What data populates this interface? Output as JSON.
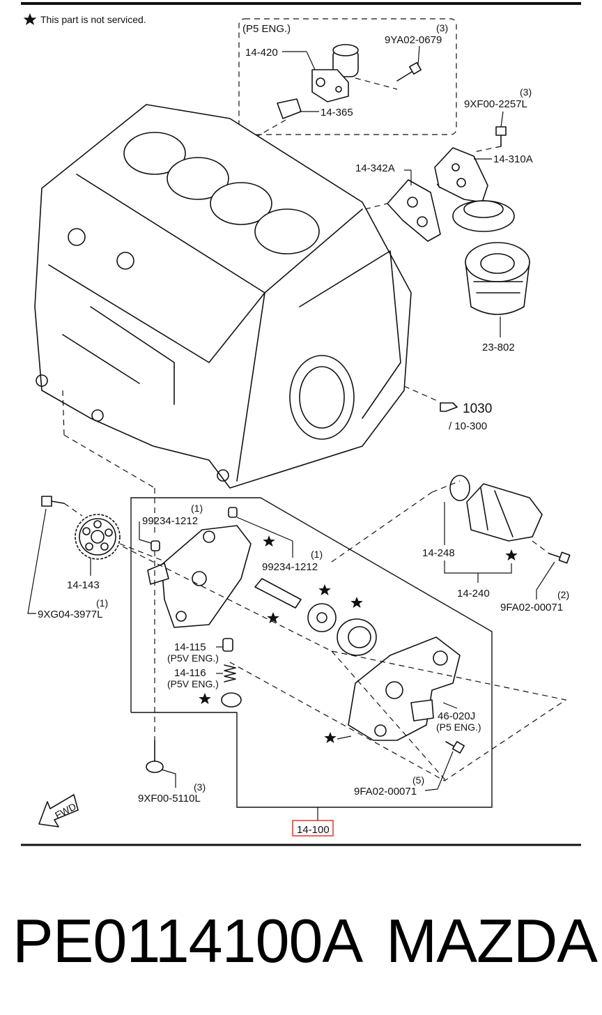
{
  "legend": {
    "star_note": "This part is not serviced."
  },
  "groups": {
    "p5_eng_box": "(P5 ENG.)"
  },
  "callouts": {
    "c14_420": "14-420",
    "c9ya02_qty": "(3)",
    "c9ya02": "9YA02-0679",
    "c14_365": "14-365",
    "c9xf00_2257_qty": "(3)",
    "c9xf00_2257": "9XF00-2257L",
    "c14_310a": "14-310A",
    "c14_342a": "14-342A",
    "c23_802": "23-802",
    "c1030": "1030",
    "c10_300": "/ 10-300",
    "c99234_a": "99234-1212",
    "c1_a": "(1)",
    "c99234_b_qty": "(1)",
    "c99234_b": "99234-1212",
    "c14_143": "14-143",
    "c9xg04_qty": "(1)",
    "c9xg04": "9XG04-3977L",
    "c14_115": "14-115",
    "c14_115_sub": "(P5V ENG.)",
    "c14_116": "14-116",
    "c14_116_sub": "(P5V ENG.)",
    "c14_248": "14-248",
    "c14_240": "14-240",
    "c9fa02_a_qty": "(2)",
    "c9fa02_a": "9FA02-00071",
    "c46_020j": "46-020J",
    "c46_020j_sub": "(P5 ENG.)",
    "c9fa02_b_qty": "(5)",
    "c9fa02_b": "9FA02-00071",
    "c9xf00_5110_qty": "(3)",
    "c9xf00_5110": "9XF00-5110L",
    "c14_100": "14-100",
    "fwd": "FWD"
  },
  "footer": {
    "part_number": "PE0114100A",
    "brand": "MAZDA"
  },
  "colors": {
    "highlight_box": "#e0443c",
    "ink": "#111111"
  }
}
